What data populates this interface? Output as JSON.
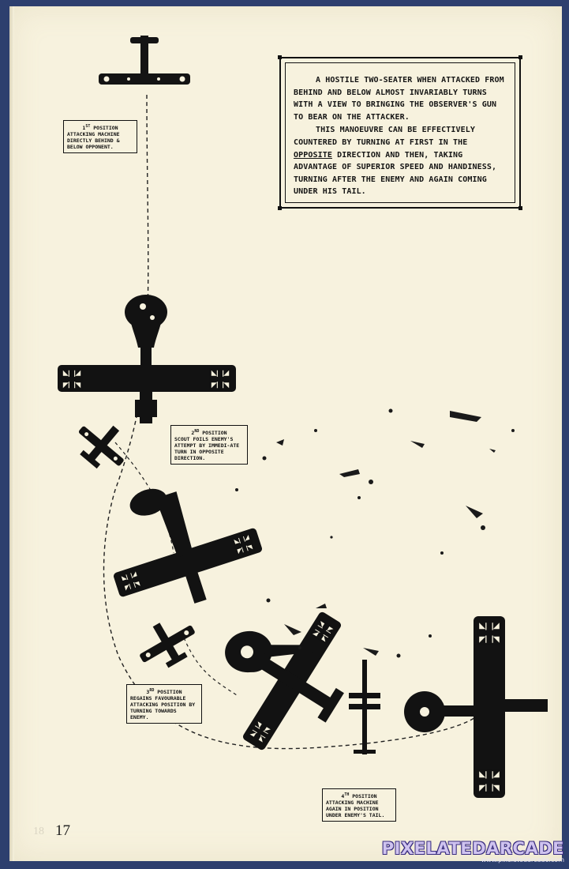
{
  "callout": {
    "paragraph1": "A HOSTILE TWO-SEATER WHEN ATTACKED FROM BEHIND AND BELOW ALMOST INVARIABLY TURNS WITH A VIEW TO BRINGING THE OBSERVER'S GUN TO BEAR ON THE ATTACKER.",
    "paragraph2_before": "THIS MANOEUVRE CAN BE EFFECTIVELY COUNTERED BY TURNING AT FIRST IN THE ",
    "paragraph2_underlined": "OPPOSITE",
    "paragraph2_after": " DIRECTION AND THEN, TAKING ADVANTAGE OF SUPERIOR SPEED AND HANDINESS, TURNING AFTER THE ENEMY AND AGAIN COMING UNDER HIS TAIL."
  },
  "positions": {
    "first": {
      "title": "1ST POSITION",
      "title_num": "1",
      "title_suffix": "ST",
      "title_rest": " POSITION",
      "text": "ATTACKING MACHINE DIRECTLY BEHIND & BELOW OPPONENT."
    },
    "second": {
      "title_num": "2",
      "title_suffix": "ND",
      "title_rest": " POSITION",
      "text": "SCOUT FOILS ENEMY'S ATTEMPT BY IMMEDI-ATE TURN IN OPPOSITE DIRECTION."
    },
    "third": {
      "title_num": "3",
      "title_suffix": "RD",
      "title_rest": " POSITION",
      "text": "REGAINS FAVOURABLE ATTACKING POSITION BY TURNING TOWARDS ENEMY."
    },
    "fourth": {
      "title_num": "4",
      "title_suffix": "TH",
      "title_rest": " POSITION",
      "text": "ATTACKING MACHINE AGAIN IN POSITION UNDER ENEMY'S TAIL."
    }
  },
  "page_number": "17",
  "page_number_faint": "18",
  "watermark": {
    "name": "PIXELATEDARCADE",
    "url": "www.pixelatedarcade.com"
  },
  "colors": {
    "paper": "#f7f2de",
    "ink": "#111111",
    "background": "#2d3f6e",
    "watermark": "#cfc3ef"
  }
}
